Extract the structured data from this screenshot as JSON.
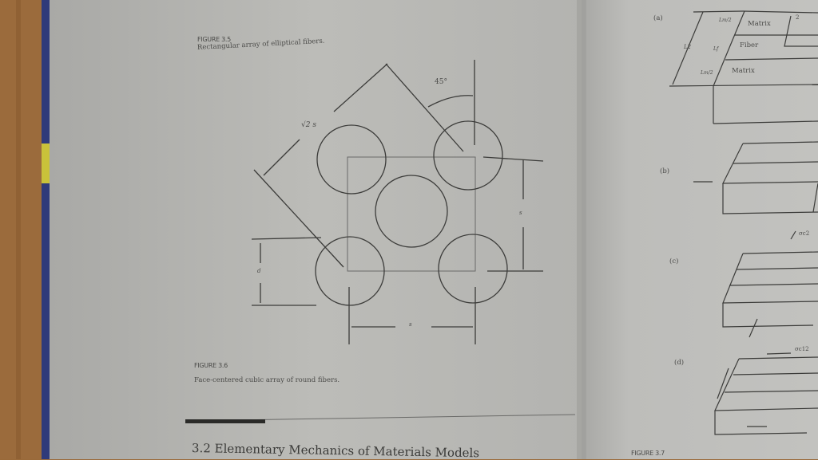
{
  "left_page": {
    "fig35": {
      "label": "FIGURE 3.5",
      "caption": "Rectangular array of elliptical fibers."
    },
    "fig36": {
      "label": "FIGURE 3.6",
      "caption": "Face-centered cubic array of round fibers.",
      "labels": {
        "angle": "45°",
        "diag": "√2 s",
        "d": "d",
        "s_right": "s",
        "s_bottom": "s"
      }
    },
    "section_heading": "3.2 Elementary Mechanics of Materials Models"
  },
  "right_page": {
    "panels": {
      "a": "(a)",
      "b": "(b)",
      "c": "(c)",
      "d": "(d)"
    },
    "panel_a_labels": {
      "matrix_top": "Matrix",
      "fiber": "Fiber",
      "matrix_bottom": "Matrix",
      "L2": "L2",
      "Lm_top": "Lm/2",
      "Lf": "Lf",
      "Lm_bottom": "Lm/2",
      "axis": "2"
    },
    "stress_c": "σc2",
    "stress_d": "σc12",
    "fig37_label": "FIGURE 3.7"
  },
  "colors": {
    "page": "#b9b9b5",
    "ink": "#3c3c3a",
    "wood": "#9a6a3a",
    "spine": "#2f3a7a"
  }
}
